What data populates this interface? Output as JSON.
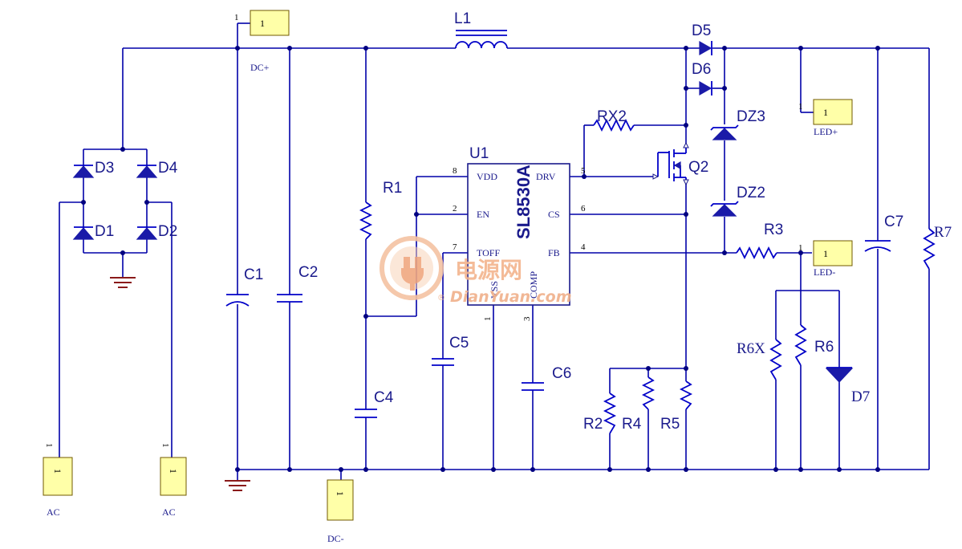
{
  "connectors": {
    "dc_plus_pin": "1",
    "dc_plus_box": "1",
    "dc_plus_net": "DC+",
    "led_plus_pin": "1",
    "led_plus_box": "1",
    "led_plus_net": "LED+",
    "led_minus_pin": "1",
    "led_minus_box": "1",
    "led_minus_net": "LED-",
    "ac1_pin": "1",
    "ac1_box": "1",
    "ac1_net": "AC",
    "ac2_pin": "1",
    "ac2_box": "1",
    "ac2_net": "AC",
    "dc_minus_box": "1",
    "dc_minus_net": "DC-"
  },
  "refdes": {
    "L1": "L1",
    "D1": "D1",
    "D2": "D2",
    "D3": "D3",
    "D4": "D4",
    "D5": "D5",
    "D6": "D6",
    "D7": "D7",
    "DZ2": "DZ2",
    "DZ3": "DZ3",
    "C1": "C1",
    "C2": "C2",
    "C4": "C4",
    "C5": "C5",
    "C6": "C6",
    "C7": "C7",
    "R1": "R1",
    "R2": "R2",
    "R3": "R3",
    "R4": "R4",
    "R5": "R5",
    "R6": "R6",
    "R6X": "R6X",
    "R7": "R7",
    "RX2": "RX2",
    "U1": "U1",
    "Q2": "Q2"
  },
  "ic": {
    "part": "SL8530A",
    "pins": {
      "vdd": "VDD",
      "en": "EN",
      "toff": "TOFF",
      "vss": "VSS",
      "comp": "COMP",
      "drv": "DRV",
      "cs": "CS",
      "fb": "FB"
    },
    "pin_numbers": {
      "vdd": "8",
      "en": "2",
      "toff": "7",
      "vss": "1",
      "comp": "3",
      "drv": "5",
      "cs": "6",
      "fb": "4"
    }
  },
  "watermark": {
    "cn": "电源网",
    "en": "DianYuan.com",
    "reg": "®"
  }
}
